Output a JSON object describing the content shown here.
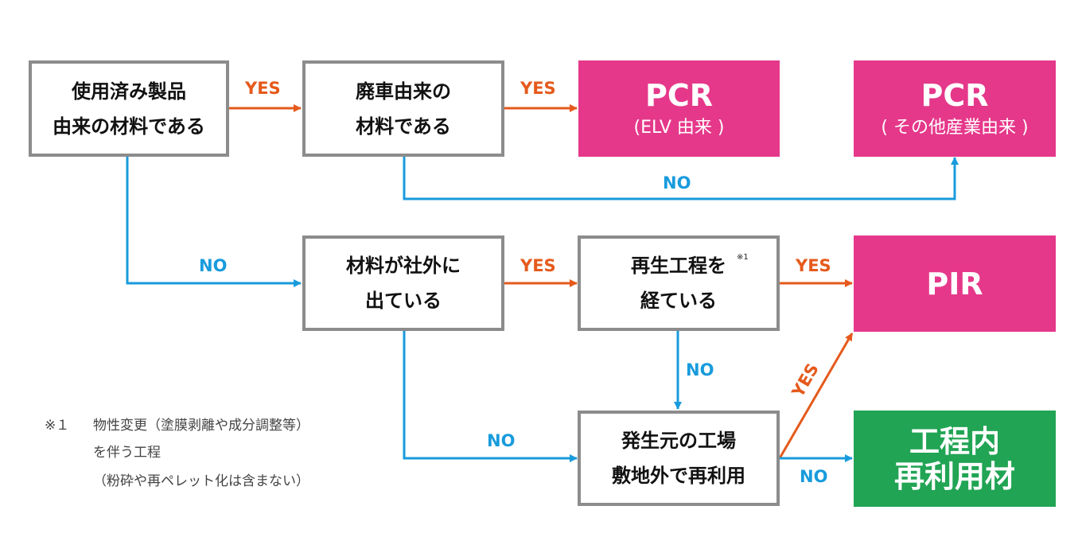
{
  "nodes": {
    "q1": [
      "使用済み製品",
      "由来の材料である"
    ],
    "q2": [
      "廃車由来の",
      "材料である"
    ],
    "q3": [
      "材料が社外に",
      "出ている"
    ],
    "q4": [
      "再生工程を",
      "経ている"
    ],
    "q4_sup": "※1",
    "q5": [
      "発生元の工場",
      "敷地外で再利用"
    ],
    "pcr_elv": {
      "title": "PCR",
      "sub": "(ELV 由来 )"
    },
    "pcr_other": {
      "title": "PCR",
      "sub": "( その他産業由来 )"
    },
    "pir": {
      "title": "PIR"
    },
    "inprocess": [
      "工程内",
      "再利用材"
    ]
  },
  "labels": {
    "yes": "YES",
    "no": "NO"
  },
  "note": {
    "marker": "※１",
    "lines": [
      "物性変更（塗膜剥離や成分調整等）",
      "を伴う工程",
      "（粉砕や再ペレット化は含まない）"
    ]
  },
  "colors": {
    "pink": "#e5388a",
    "green": "#21a454",
    "yes": "#e55a1c",
    "no": "#189bdc",
    "border": "#8c8c8c"
  }
}
